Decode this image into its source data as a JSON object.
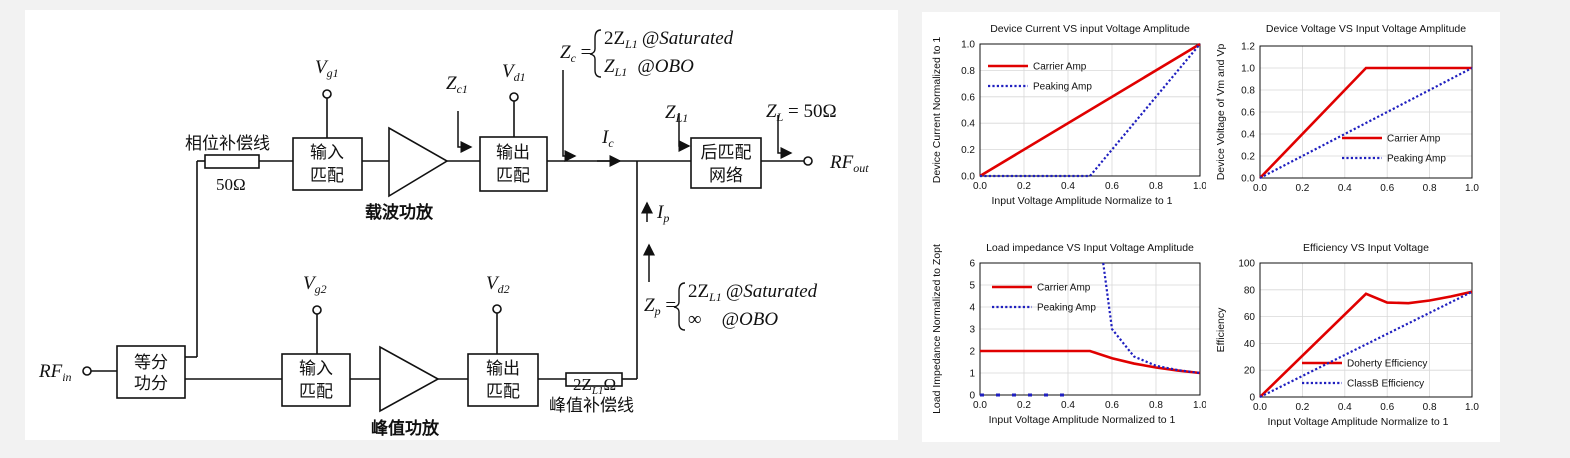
{
  "block_diagram": {
    "rf_in": "RF",
    "rf_in_sub": "in",
    "rf_out": "RF",
    "rf_out_sub": "out",
    "splitter": [
      "等分",
      "功分"
    ],
    "phase_line_label": "相位补偿线",
    "phase_line_value": "50Ω",
    "carrier_input_match": [
      "输入",
      "匹配"
    ],
    "carrier_output_match": [
      "输出",
      "匹配"
    ],
    "carrier_amp_label": "载波功放",
    "peak_input_match": [
      "输入",
      "匹配"
    ],
    "peak_output_match": [
      "输出",
      "匹配"
    ],
    "peak_amp_label": "峰值功放",
    "peak_line_label": "峰值补偿线",
    "peak_line_value": "2Z",
    "peak_line_value_sub": "L1",
    "peak_line_value_unit": "Ω",
    "post_match": [
      "后匹配",
      "网络"
    ],
    "vg1": "V",
    "vg1_sub": "g1",
    "vd1": "V",
    "vd1_sub": "d1",
    "vg2": "V",
    "vg2_sub": "g2",
    "vd2": "V",
    "vd2_sub": "d2",
    "zc1": "Z",
    "zc1_sub": "c1",
    "zl1": "Z",
    "zl1_sub": "L1",
    "zl": "Z",
    "zl_sub": "L",
    "zl_value": " = 50Ω",
    "ic": "I",
    "ic_sub": "c",
    "ip": "I",
    "ip_sub": "p",
    "zc_eq": {
      "lhs": "Z",
      "lhs_sub": "c",
      "case1": "2Z",
      "case1_sub": "L1",
      "case1_cond": "@Saturated",
      "case2": "Z",
      "case2_sub": "L1",
      "case2_cond": "@OBO"
    },
    "zp_eq": {
      "lhs": "Z",
      "lhs_sub": "p",
      "case1": "2Z",
      "case1_sub": "L1",
      "case1_cond": "@Saturated",
      "case2": "∞",
      "case2_cond": "@OBO"
    }
  },
  "chart_data": [
    {
      "type": "line",
      "title": "Device Current VS input Voltage Amplitude",
      "xlabel": "Input Voltage Amplitude Normalize to 1",
      "ylabel": "Device Current Normalized to 1",
      "xlim": [
        0,
        1
      ],
      "ylim": [
        0,
        1
      ],
      "xticks": [
        "0.0",
        "0.2",
        "0.4",
        "0.6",
        "0.8",
        "1.0"
      ],
      "yticks": [
        "0.0",
        "0.2",
        "0.4",
        "0.6",
        "0.8",
        "1.0"
      ],
      "grid": true,
      "legend": "top-left",
      "series": [
        {
          "name": "Carrier Amp",
          "style": "solid",
          "color": "#e00000",
          "x": [
            0,
            1
          ],
          "y": [
            0,
            1
          ]
        },
        {
          "name": "Peaking Amp",
          "style": "dotted",
          "color": "#1f1fbf",
          "x": [
            0,
            0.5,
            1
          ],
          "y": [
            0,
            0,
            1
          ]
        }
      ]
    },
    {
      "type": "line",
      "title": "Device Voltage VS Input Voltage Amplitude",
      "xlabel": "",
      "ylabel": "Device Voltage of Vm and Vp",
      "xlim": [
        0,
        1
      ],
      "ylim": [
        0,
        1.2
      ],
      "xticks": [
        "0.0",
        "0.2",
        "0.4",
        "0.6",
        "0.8",
        "1.0"
      ],
      "yticks": [
        "0.0",
        "0.2",
        "0.4",
        "0.6",
        "0.8",
        "1.0",
        "1.2"
      ],
      "grid": true,
      "legend": "right",
      "series": [
        {
          "name": "Carrier Amp",
          "style": "solid",
          "color": "#e00000",
          "x": [
            0,
            0.5,
            1
          ],
          "y": [
            0,
            1,
            1
          ]
        },
        {
          "name": "Peaking Amp",
          "style": "dotted",
          "color": "#1f1fbf",
          "x": [
            0,
            1
          ],
          "y": [
            0,
            1
          ]
        }
      ]
    },
    {
      "type": "line",
      "title": "Load impedance VS Input Voltage Amplitude",
      "xlabel": "Input Voltage Amplitude Normalized to 1",
      "ylabel": "Load Impedance Normalized to Zopt",
      "xlim": [
        0,
        1
      ],
      "ylim": [
        0,
        6
      ],
      "xticks": [
        "0.0",
        "0.2",
        "0.4",
        "0.6",
        "0.8",
        "1.0"
      ],
      "yticks": [
        "0",
        "1",
        "2",
        "3",
        "4",
        "5",
        "6"
      ],
      "grid": true,
      "legend": "top-left",
      "series": [
        {
          "name": "Carrier Amp",
          "style": "solid",
          "color": "#e00000",
          "x": [
            0,
            0.5,
            0.6,
            0.7,
            0.8,
            0.9,
            1.0
          ],
          "y": [
            2,
            2,
            1.67,
            1.43,
            1.25,
            1.11,
            1.0
          ]
        },
        {
          "name": "Peaking Amp",
          "style": "dotted",
          "color": "#1f1fbf",
          "x": [
            0.56,
            0.6,
            0.7,
            0.8,
            0.9,
            1.0
          ],
          "y": [
            6,
            3.0,
            1.75,
            1.33,
            1.13,
            1.0
          ]
        },
        {
          "name": "",
          "style": "dashed",
          "color": "#1f1fbf",
          "x": [
            0,
            0.42
          ],
          "y": [
            0,
            0
          ]
        }
      ]
    },
    {
      "type": "line",
      "title": "Efficiency VS Input Voltage",
      "xlabel": "Input Voltage Amplitude Normalize to 1",
      "ylabel": "Efficiency",
      "xlim": [
        0,
        1
      ],
      "ylim": [
        0,
        100
      ],
      "xticks": [
        "0.0",
        "0.2",
        "0.4",
        "0.6",
        "0.8",
        "1.0"
      ],
      "yticks": [
        "0",
        "20",
        "40",
        "60",
        "80",
        "100"
      ],
      "grid": true,
      "legend": "bottom-right",
      "series": [
        {
          "name": "Doherty Efficiency",
          "style": "solid",
          "color": "#e00000",
          "x": [
            0,
            0.5,
            0.6,
            0.7,
            0.8,
            0.9,
            1.0
          ],
          "y": [
            0,
            77,
            70.5,
            70,
            72,
            75,
            78.5
          ]
        },
        {
          "name": "ClassB Efficiency",
          "style": "dotted",
          "color": "#1f1fbf",
          "x": [
            0,
            1
          ],
          "y": [
            0,
            78.5
          ]
        }
      ]
    }
  ]
}
